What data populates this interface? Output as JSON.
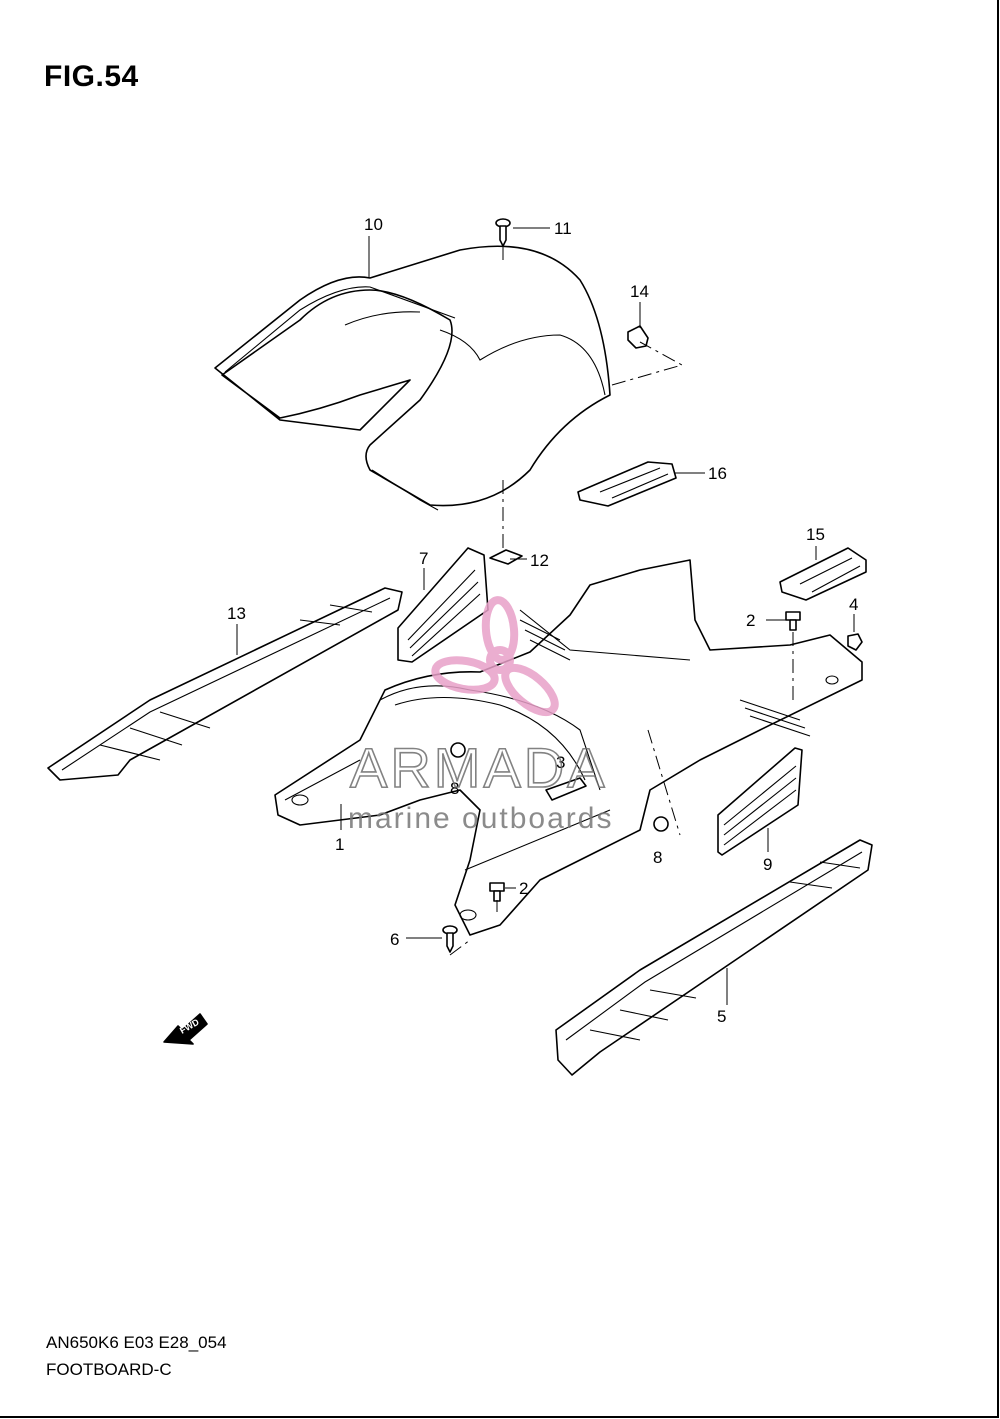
{
  "figure": {
    "title": "FIG.54",
    "model_code": "AN650K6 E03 E28_054",
    "caption": "FOOTBOARD-C"
  },
  "callouts": [
    "1",
    "2",
    "2",
    "3",
    "4",
    "5",
    "6",
    "7",
    "8",
    "8",
    "9",
    "10",
    "11",
    "12",
    "13",
    "14",
    "15",
    "16"
  ],
  "fwd_arrow_label": "FWD",
  "watermark": {
    "brand": "ARMADA",
    "tagline": "marine outboards",
    "logo_color": "#e8a0c8"
  }
}
